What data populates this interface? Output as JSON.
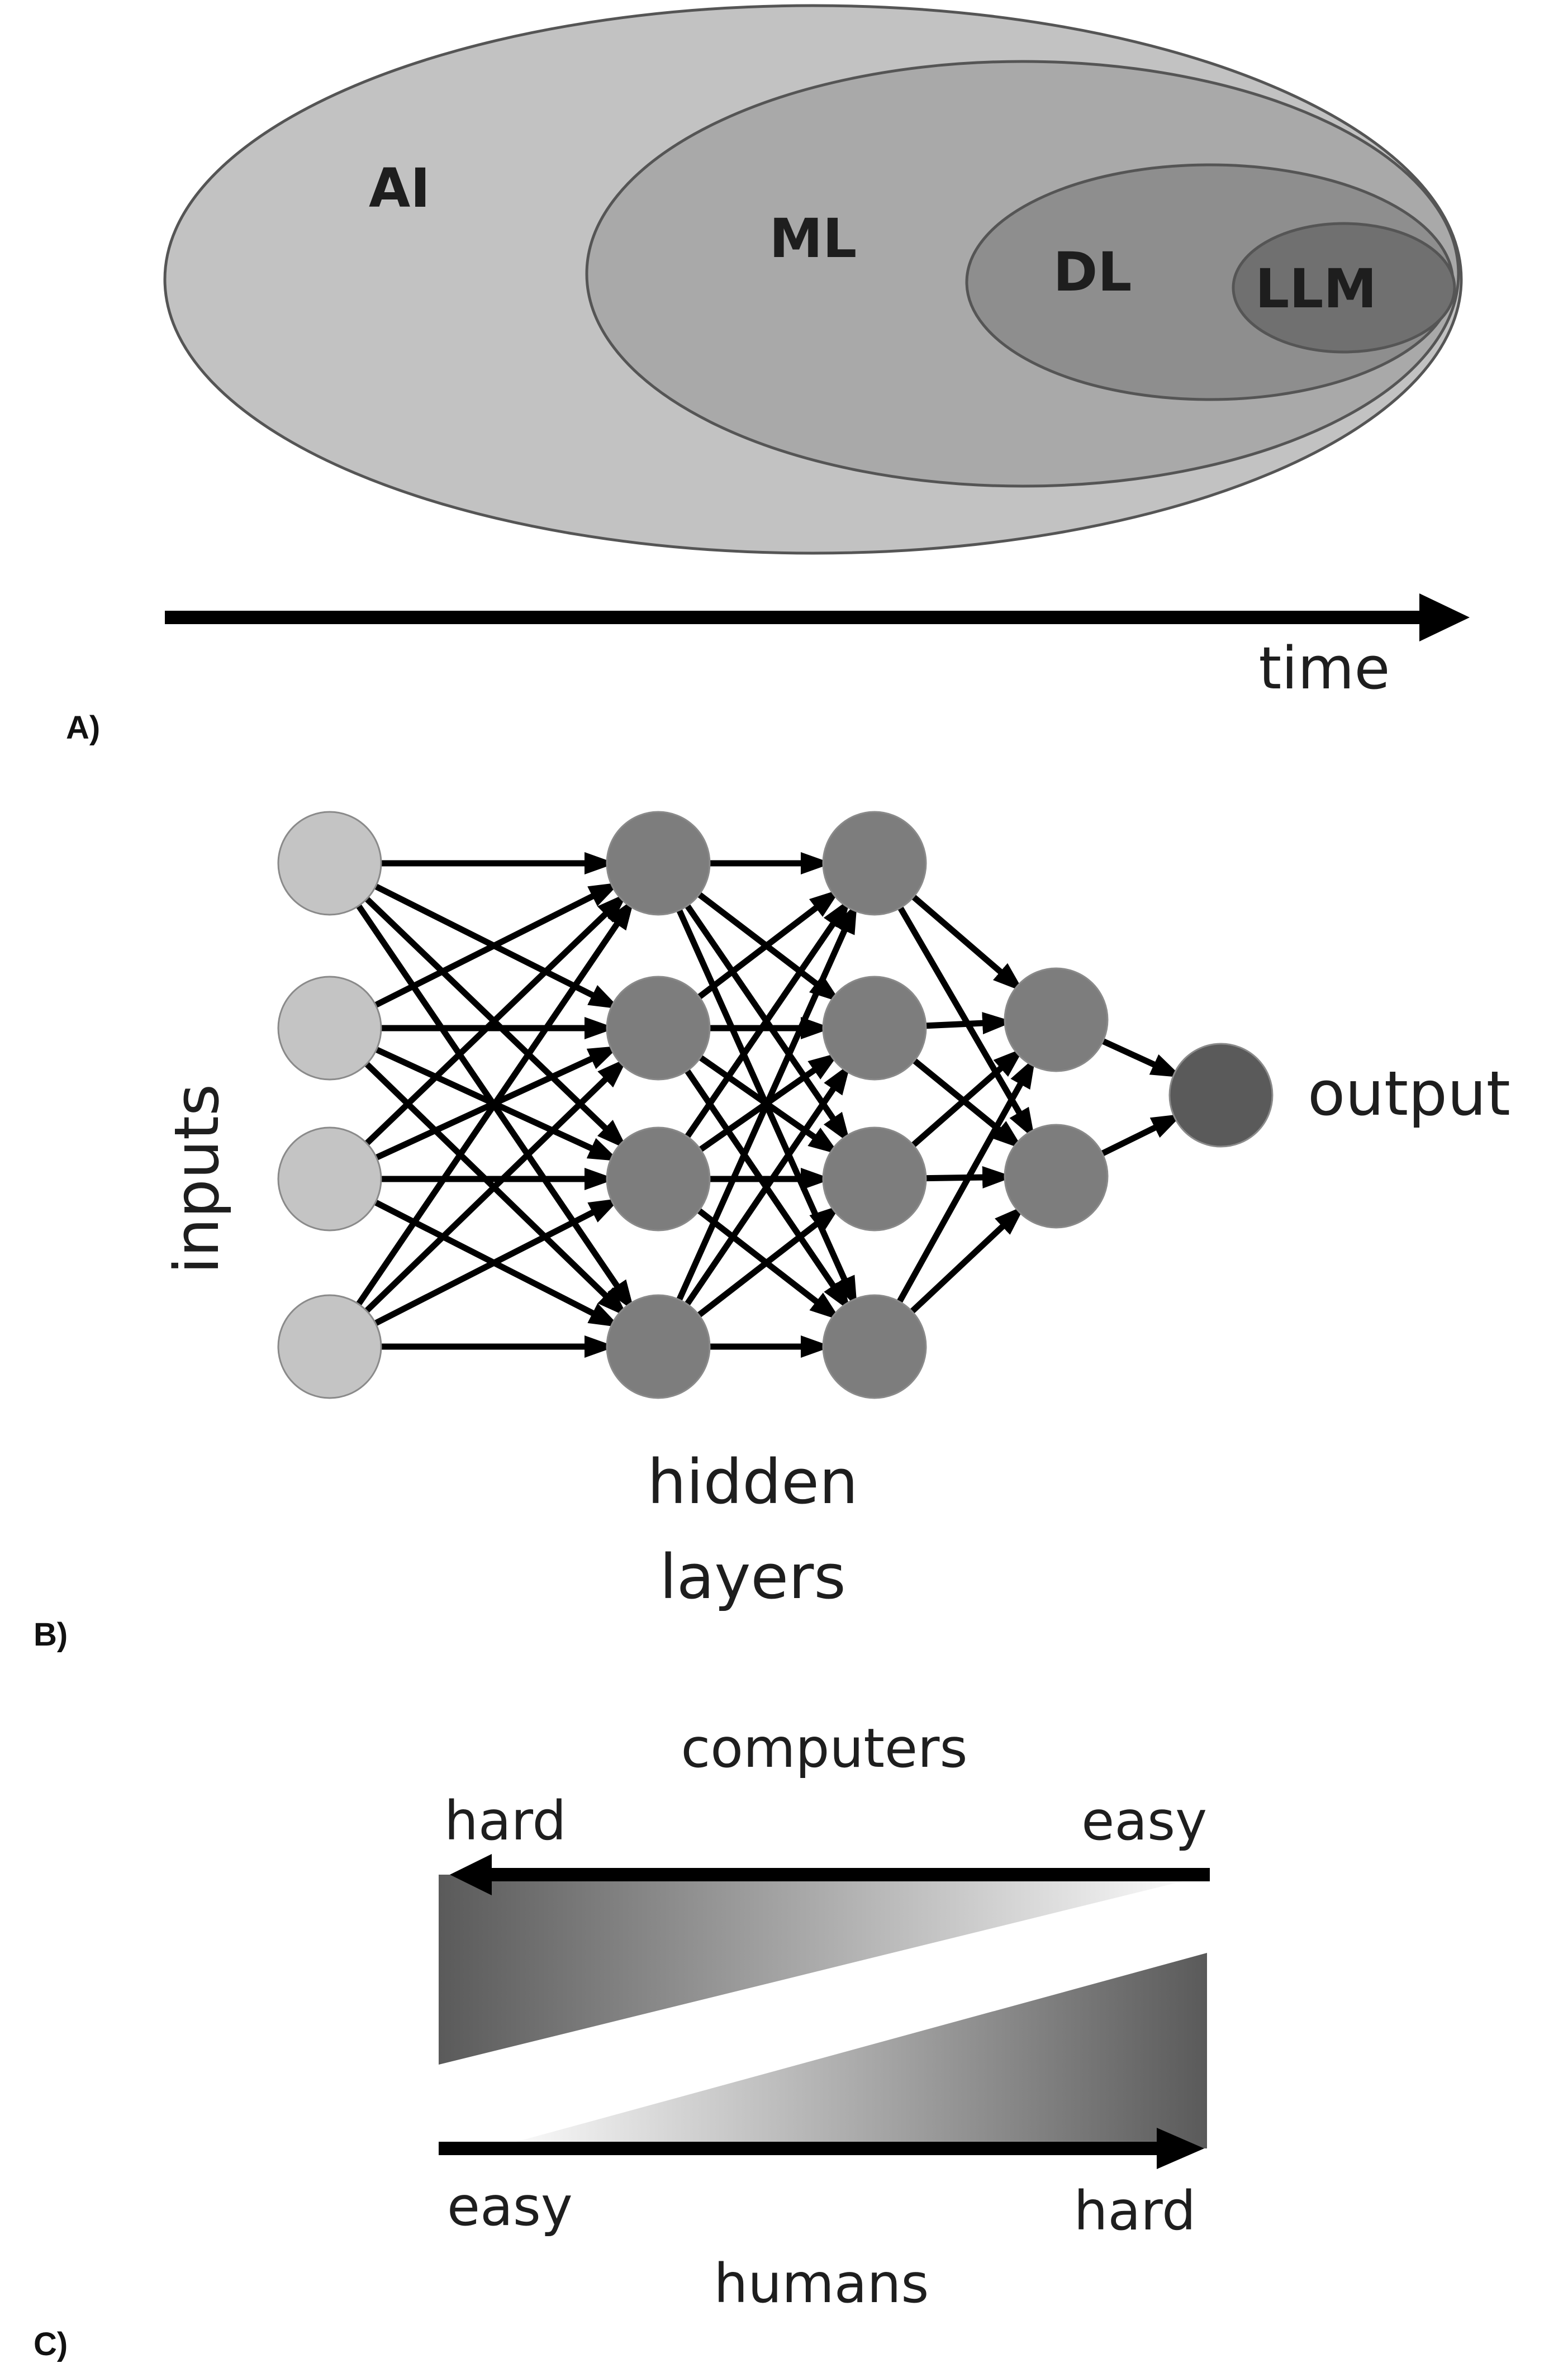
{
  "panel_a": {
    "label": "A)",
    "ellipses": [
      {
        "label": "AI",
        "fill": "#c2c2c2"
      },
      {
        "label": "ML",
        "fill": "#a9a9a9"
      },
      {
        "label": "DL",
        "fill": "#8e8e8e"
      },
      {
        "label": "LLM",
        "fill": "#707070"
      }
    ],
    "axis_label": "time"
  },
  "panel_b": {
    "label": "B)",
    "inputs_label": "inputs",
    "hidden_label_line1": "hidden",
    "hidden_label_line2": "layers",
    "output_label": "output",
    "layer_sizes": [
      4,
      4,
      4,
      2,
      1
    ],
    "colors": {
      "input": "#c4c4c4",
      "hidden": "#7d7d7d",
      "output": "#5a5a5a",
      "edge": "#000000"
    }
  },
  "panel_c": {
    "label": "C)",
    "top_title": "computers",
    "top_left": "hard",
    "top_right": "easy",
    "bottom_left": "easy",
    "bottom_right": "hard",
    "bottom_title": "humans"
  }
}
